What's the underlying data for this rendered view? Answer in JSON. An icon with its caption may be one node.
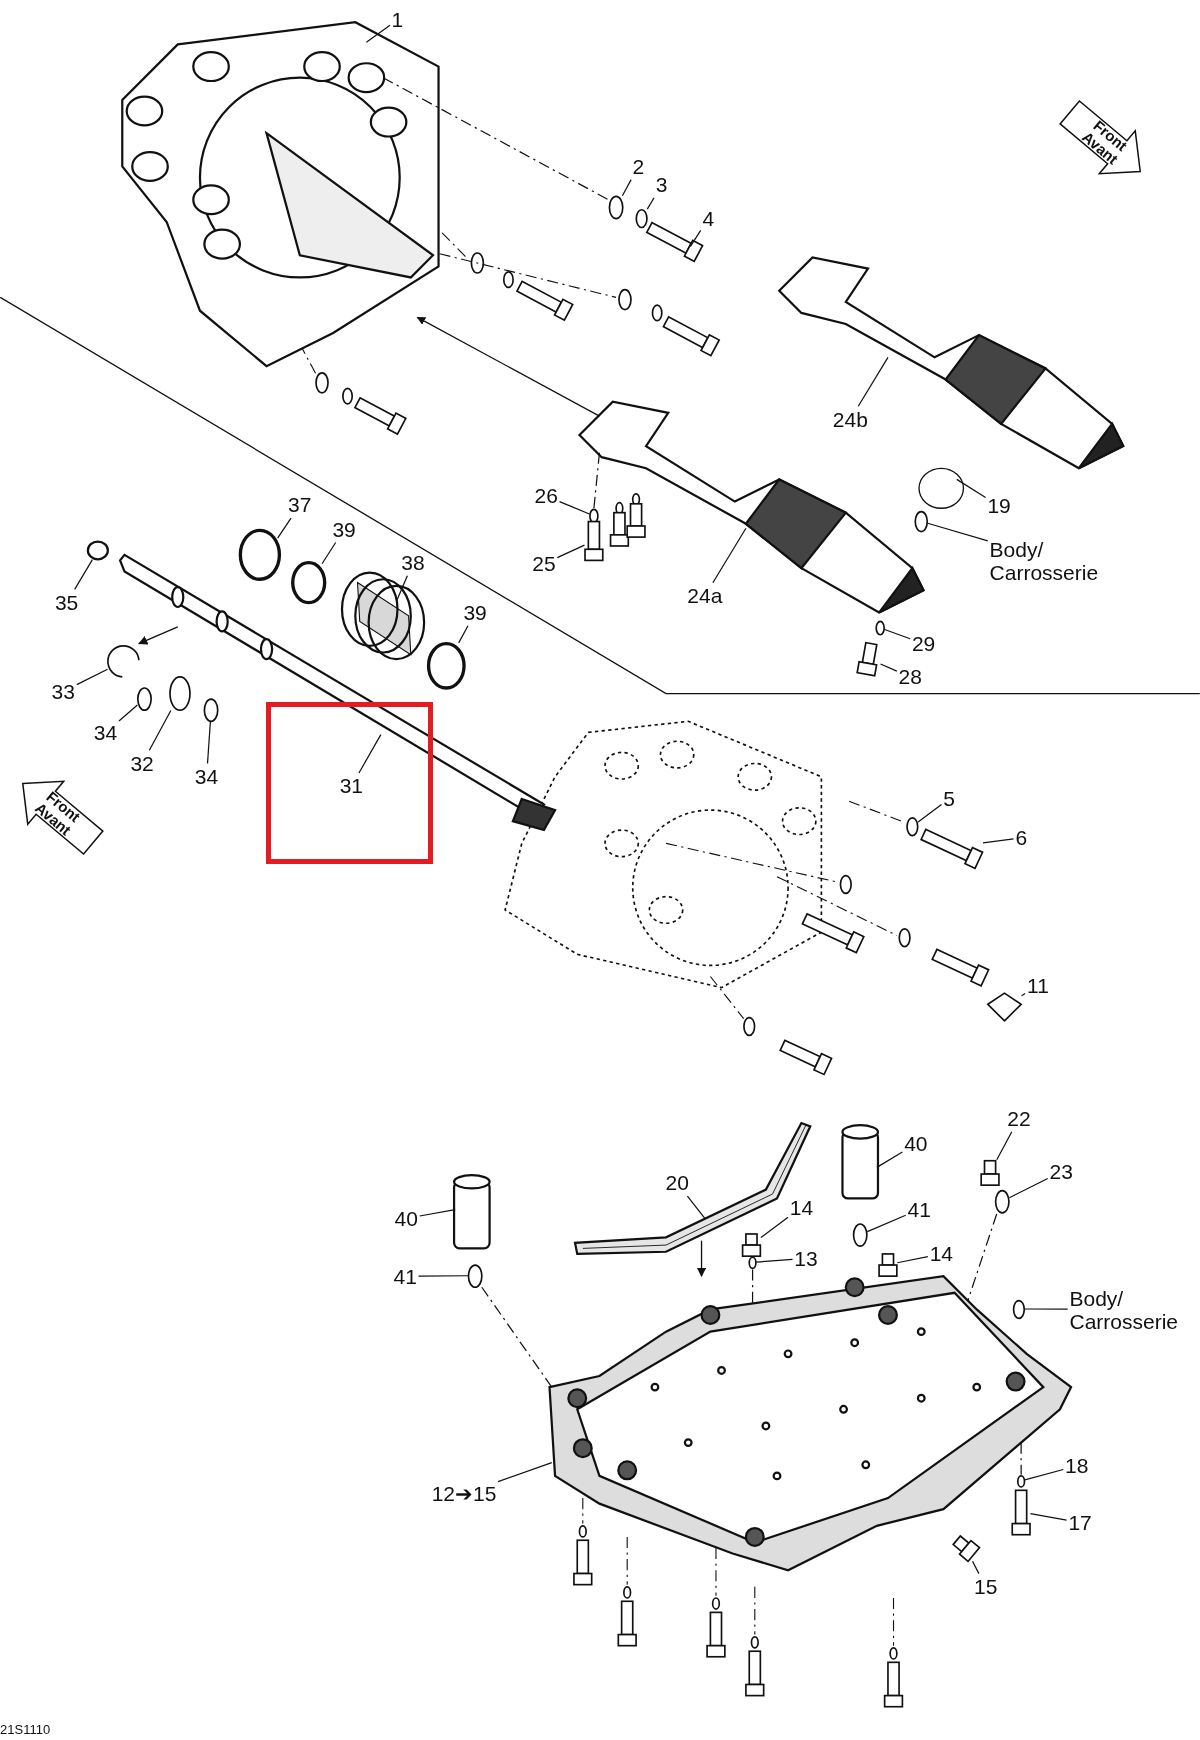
{
  "diagram": {
    "nodes": [
      {
        "text": [
          "1"
        ]
      },
      {
        "text": [
          "Front Avant"
        ]
      },
      {
        "text": [
          "2"
        ]
      },
      {
        "text": [
          "3"
        ]
      },
      {
        "text": [
          "4"
        ]
      },
      {
        "text": [
          "24b"
        ]
      },
      {
        "text": [
          "26"
        ]
      },
      {
        "text": [
          "19"
        ]
      },
      {
        "text": [
          "Body/ Carrosserie"
        ]
      },
      {
        "text": [
          "25"
        ]
      },
      {
        "text": [
          "24a"
        ]
      },
      {
        "text": [
          "37"
        ]
      },
      {
        "text": [
          "39"
        ]
      },
      {
        "text": [
          "38"
        ]
      },
      {
        "text": [
          "35"
        ]
      },
      {
        "text": [
          "39"
        ]
      },
      {
        "text": [
          "29"
        ]
      },
      {
        "text": [
          "28"
        ]
      },
      {
        "text": [
          "33"
        ]
      },
      {
        "text": [
          "34"
        ]
      },
      {
        "text": [
          "32"
        ]
      },
      {
        "text": [
          "34"
        ]
      },
      {
        "text": [],
        "shape": "box"
      },
      {
        "text": [
          "31"
        ],
        "in": 22
      },
      {
        "text": [
          "Front Avant"
        ]
      },
      {
        "text": [
          "5"
        ]
      },
      {
        "text": [
          "6"
        ]
      },
      {
        "text": [
          "11"
        ]
      },
      {
        "text": [
          "22"
        ]
      },
      {
        "text": [
          "40"
        ]
      },
      {
        "text": [
          "23"
        ]
      },
      {
        "text": [
          "20"
        ]
      },
      {
        "text": [
          "14"
        ]
      },
      {
        "text": [
          "40"
        ]
      },
      {
        "text": [
          "41"
        ]
      },
      {
        "text": [
          "13"
        ]
      },
      {
        "text": [
          "14"
        ]
      },
      {
        "text": [
          "41"
        ]
      },
      {
        "text": [
          "Body/ Carrosserie"
        ]
      },
      {
        "text": [
          "18"
        ]
      },
      {
        "text": [
          "12➔15"
        ]
      },
      {
        "text": [
          "17"
        ]
      },
      {
        "text": [
          "15"
        ]
      },
      {
        "text": [],
        "shape": "picture"
      },
      {
        "text": [],
        "shape": "circle"
      },
      {
        "text": [],
        "shape": "circle"
      },
      {
        "text": [],
        "shape": "bar"
      },
      {
        "text": [],
        "shape": "picture"
      },
      {
        "text": [],
        "shape": "circle"
      },
      {
        "text": [],
        "shape": "circle"
      },
      {
        "text": [],
        "shape": "circle"
      },
      {
        "text": [],
        "shape": "bar"
      },
      {
        "text": [],
        "shape": "picture"
      },
      {
        "text": [],
        "shape": "circle"
      },
      {
        "text": [],
        "shape": "circle"
      },
      {
        "text": [],
        "shape": "picture"
      },
      {
        "text": [],
        "shape": "circle"
      },
      {
        "text": [],
        "shape": "circle"
      },
      {
        "text": [],
        "shape": "circle"
      },
      {
        "text": [],
        "shape": "bar"
      },
      {
        "text": [],
        "shape": "picture"
      },
      {
        "text": [],
        "shape": "circle"
      },
      {
        "text": [],
        "shape": "circle"
      },
      {
        "text": [],
        "shape": "circle"
      },
      {
        "text": [],
        "shape": "picture"
      },
      {
        "text": [],
        "shape": "circle"
      },
      {
        "text": [],
        "shape": "bar"
      },
      {
        "text": [],
        "shape": "diamond"
      },
      {
        "text": [],
        "shape": "bar"
      },
      {
        "text": [],
        "shape": "cylinder"
      },
      {
        "text": [],
        "shape": "circle"
      },
      {
        "text": [],
        "shape": "picture"
      },
      {
        "text": [],
        "shape": "bar"
      },
      {
        "text": [],
        "shape": "cylinder"
      },
      {
        "text": [],
        "shape": "circle"
      },
      {
        "text": [],
        "shape": "circle"
      },
      {
        "text": [],
        "shape": "bar"
      },
      {
        "text": [],
        "shape": "circle"
      },
      {
        "text": [],
        "shape": "circle"
      },
      {
        "text": [],
        "shape": "circle"
      },
      {
        "text": [],
        "shape": "picture"
      },
      {
        "text": [],
        "shape": "bar"
      },
      {
        "text": [],
        "shape": "bar"
      }
    ],
    "edges": [
      {
        "from": 0,
        "to": 43,
        "arrow": "none"
      },
      {
        "from": 2,
        "to": 44,
        "arrow": "none"
      },
      {
        "from": 3,
        "to": 45,
        "arrow": "none"
      },
      {
        "from": 4,
        "to": 46,
        "arrow": "none"
      },
      {
        "from": 5,
        "to": 47,
        "arrow": "none"
      },
      {
        "from": 6,
        "to": 48,
        "arrow": "none"
      },
      {
        "from": 7,
        "to": 49,
        "arrow": "none"
      },
      {
        "from": 8,
        "to": 50,
        "arrow": "none"
      },
      {
        "from": 9,
        "to": 51,
        "arrow": "none"
      },
      {
        "from": 10,
        "to": 52,
        "arrow": "none"
      },
      {
        "from": 11,
        "to": 53,
        "arrow": "none"
      },
      {
        "from": 12,
        "to": 54,
        "arrow": "none"
      },
      {
        "from": 13,
        "to": 55,
        "arrow": "none"
      },
      {
        "from": 14,
        "to": 56,
        "arrow": "none"
      },
      {
        "from": 15,
        "to": 57,
        "arrow": "none"
      },
      {
        "from": 16,
        "to": 58,
        "arrow": "none"
      },
      {
        "from": 17,
        "to": 59,
        "arrow": "none"
      },
      {
        "from": 18,
        "to": 60,
        "arrow": "none"
      },
      {
        "from": 19,
        "to": 61,
        "arrow": "none"
      },
      {
        "from": 20,
        "to": 62,
        "arrow": "none"
      },
      {
        "from": 21,
        "to": 63,
        "arrow": "none"
      },
      {
        "from": 23,
        "to": 64,
        "arrow": "none"
      },
      {
        "from": 25,
        "to": 65,
        "arrow": "none"
      },
      {
        "from": 26,
        "to": 66,
        "arrow": "none"
      },
      {
        "from": 27,
        "to": 67,
        "arrow": "none"
      },
      {
        "from": 28,
        "to": 68,
        "arrow": "none"
      },
      {
        "from": 29,
        "to": 69,
        "arrow": "none"
      },
      {
        "from": 30,
        "to": 70,
        "arrow": "none"
      },
      {
        "from": 31,
        "to": 71,
        "arrow": "none"
      },
      {
        "from": 32,
        "to": 72,
        "arrow": "none"
      },
      {
        "from": 33,
        "to": 73,
        "arrow": "none"
      },
      {
        "from": 34,
        "to": 74,
        "arrow": "none"
      },
      {
        "from": 35,
        "to": 75,
        "arrow": "none"
      },
      {
        "from": 36,
        "to": 76,
        "arrow": "none"
      },
      {
        "from": 37,
        "to": 77,
        "arrow": "none"
      },
      {
        "from": 38,
        "to": 78,
        "arrow": "none"
      },
      {
        "from": 39,
        "to": 79,
        "arrow": "none"
      },
      {
        "from": 40,
        "to": 80,
        "arrow": "none"
      },
      {
        "from": 41,
        "to": 81,
        "arrow": "none"
      },
      {
        "from": 42,
        "to": 82,
        "arrow": "none"
      },
      {
        "from": 43,
        "to": 44,
        "arrow": "none",
        "style": "dashed"
      },
      {
        "from": 52,
        "to": 43,
        "arrow": "to"
      },
      {
        "from": 70,
        "to": 80,
        "arrow": "none",
        "style": "dashed"
      },
      {
        "from": 75,
        "to": 80,
        "arrow": "none",
        "style": "dashed"
      },
      {
        "from": 52,
        "to": 48,
        "arrow": "none",
        "style": "dashed"
      },
      {
        "from": 80,
        "to": 79,
        "arrow": "none",
        "style": "dashed"
      },
      {
        "from": 77,
        "to": 80,
        "arrow": "none",
        "style": "dashed"
      }
    ],
    "labels": [
      "21S1110"
    ]
  }
}
